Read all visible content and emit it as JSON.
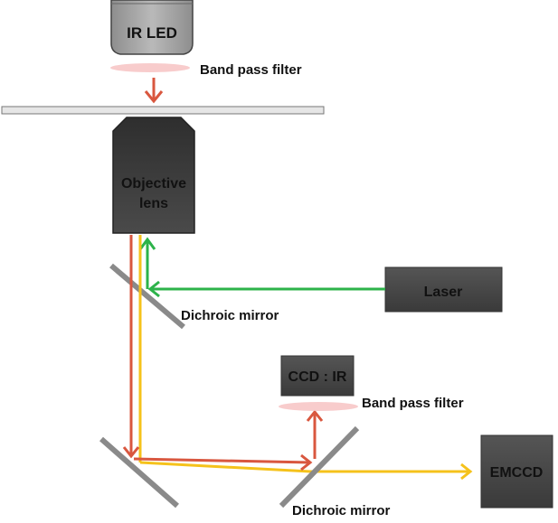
{
  "labels": {
    "ir_led": "IR LED",
    "band_pass_filter_top": "Band pass filter",
    "objective_lens_line1": "Objective",
    "objective_lens_line2": "lens",
    "laser": "Laser",
    "dichroic_mirror_1": "Dichroic mirror",
    "ccd_ir": "CCD : IR",
    "band_pass_filter_ccd": "Band pass filter",
    "emccd": "EMCCD",
    "dichroic_mirror_2": "Dichroic mirror"
  },
  "colors": {
    "ir_beam": "#d9573f",
    "laser_beam": "#2db34a",
    "emission_beam": "#f5c21b",
    "filter": "#f7c6c6",
    "mirror": "#8a8a8a",
    "device_dark": "#3d3d3d",
    "device_light": "#7a7a7a"
  }
}
